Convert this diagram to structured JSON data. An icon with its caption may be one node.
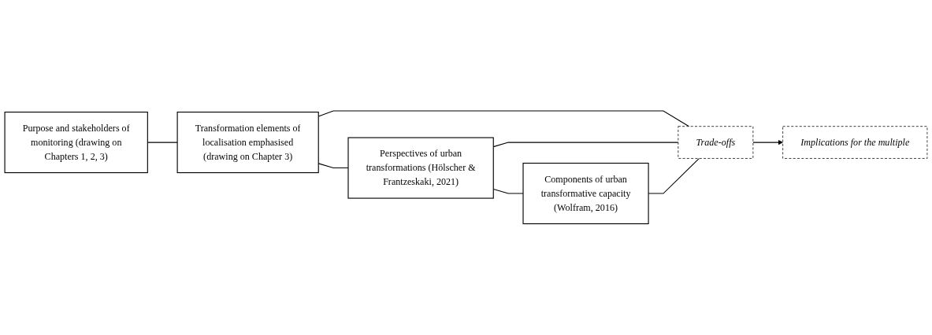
{
  "diagram": {
    "nodes": [
      {
        "text": [
          "Purpose and stakeholders of monitoring (drawing on Chapters 1, 2, 3)"
        ]
      },
      {
        "text": [
          "Transformation elements of localisation emphasised (drawing on Chapter 3)"
        ]
      },
      {
        "text": [
          "Perspectives of urban transformations (Hölscher & Frantzeskaki, 2021)"
        ]
      },
      {
        "text": [
          "Components of urban transformative capacity (Wolfram, 2016)"
        ]
      },
      {
        "text": [
          "Trade-offs"
        ]
      },
      {
        "text": [
          "Implications for the multiple"
        ]
      }
    ],
    "edges": [
      {
        "from": 0,
        "to": 1,
        "arrow": "none"
      },
      {
        "from": 1,
        "to": 2,
        "arrow": "none"
      },
      {
        "from": 2,
        "to": 3,
        "arrow": "none"
      },
      {
        "from": 1,
        "to": 4,
        "arrow": "none"
      },
      {
        "from": 2,
        "to": 4,
        "arrow": "none"
      },
      {
        "from": 3,
        "to": 4,
        "arrow": "none"
      },
      {
        "from": 4,
        "to": 5,
        "arrow": "to"
      }
    ]
  }
}
